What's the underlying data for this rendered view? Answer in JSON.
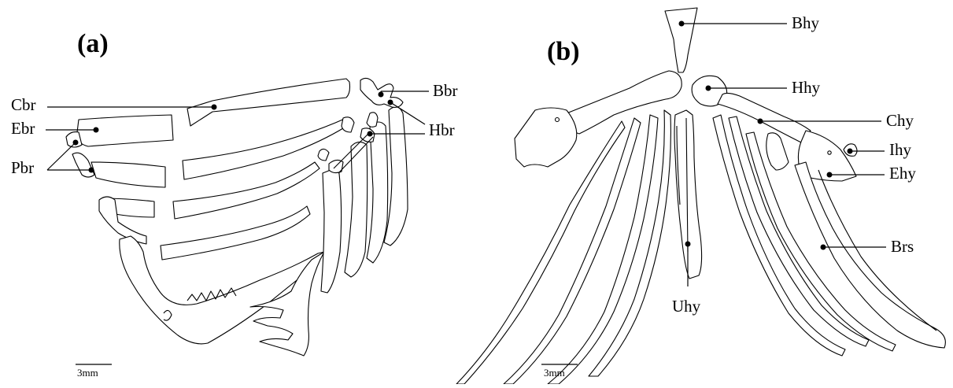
{
  "panels": [
    {
      "id": "a",
      "label": "(a)",
      "scale_bar": "3mm",
      "annotations": [
        "Cbr",
        "Ebr",
        "Pbr",
        "Bbr",
        "Hbr"
      ]
    },
    {
      "id": "b",
      "label": "(b)",
      "scale_bar": "3mm",
      "annotations": [
        "Bhy",
        "Hhy",
        "Chy",
        "Ihy",
        "Ehy",
        "Brs",
        "Uhy"
      ]
    }
  ]
}
